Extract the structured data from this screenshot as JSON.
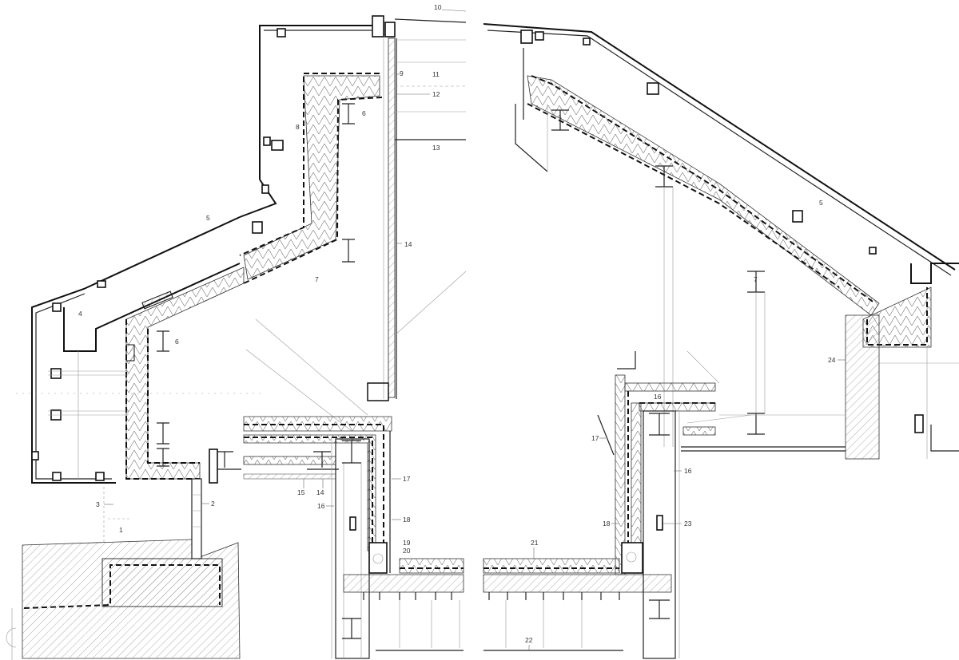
{
  "drawing": {
    "title": "Roof and wall section detail",
    "line_color": "#222222",
    "background": "#ffffff",
    "callouts": [
      "10",
      "11",
      "12",
      "13",
      "9",
      "6",
      "8",
      "14",
      "5",
      "7",
      "4",
      "6",
      "3",
      "2",
      "1",
      "15",
      "14",
      "16",
      "17",
      "18",
      "19",
      "20",
      "21",
      "22",
      "16",
      "17",
      "18",
      "23",
      "5",
      "7",
      "24"
    ]
  }
}
